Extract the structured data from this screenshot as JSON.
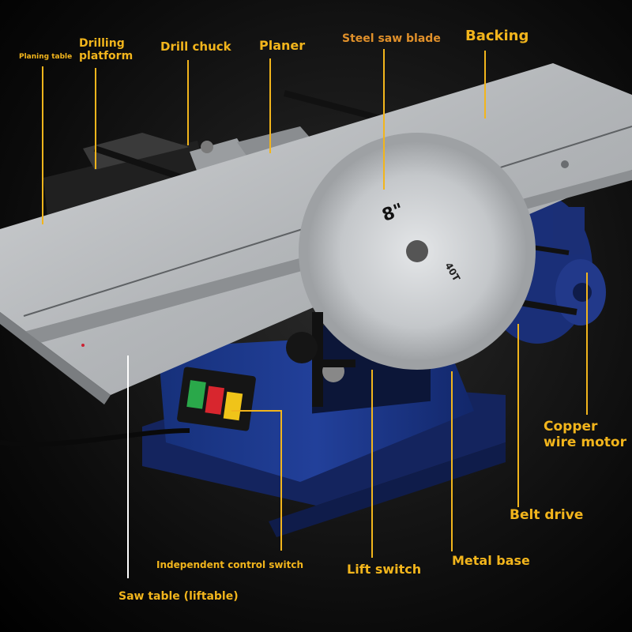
{
  "labels": {
    "planing_table": "Planing table",
    "drilling_platform_l1": "Drilling",
    "drilling_platform_l2": "platform",
    "drill_chuck": "Drill chuck",
    "planer": "Planer",
    "steel_saw_blade": "Steel saw blade",
    "backing": "Backing",
    "copper_motor_l1": "Copper",
    "copper_motor_l2": "wire motor",
    "belt_drive": "Belt drive",
    "metal_base": "Metal base",
    "lift_switch": "Lift switch",
    "independent_control_switch": "Independent control switch",
    "saw_table": "Saw table (liftable)"
  },
  "blade_marking": {
    "size": "8\"",
    "teeth": "40T"
  },
  "colors": {
    "label_yellow": "#f2b51c",
    "label_white": "#ffffff",
    "label_orange": "#e0902a",
    "body_blue": "#1e3a8a",
    "table_silver": "#b9bcbf",
    "button_green": "#2aa84a",
    "button_red": "#d8262e",
    "button_yellow": "#f0c419"
  }
}
